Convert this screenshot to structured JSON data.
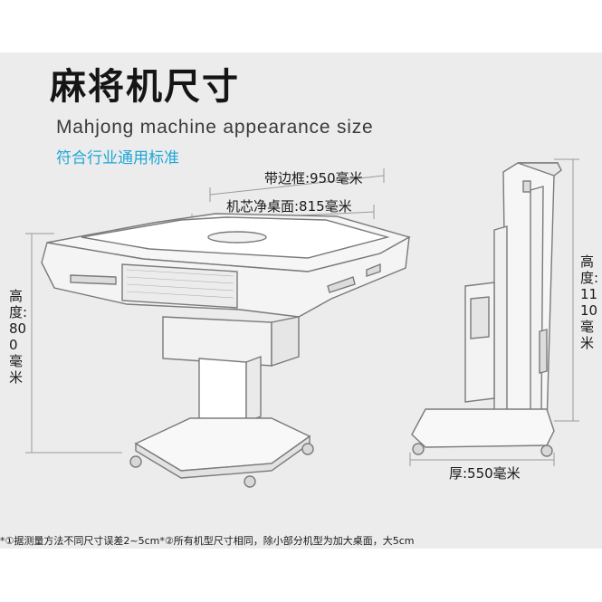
{
  "title": "麻将机尺寸",
  "subtitle": "Mahjong machine appearance size",
  "tagline": "符合行业通用标准",
  "dimensions": {
    "with_frame": "带边框:950毫米",
    "net_table": "机芯净桌面:815毫米",
    "height_table": "高度:800毫米",
    "height_folded": "高度:1110毫米",
    "thickness": "厚:550毫米"
  },
  "footnote": "*①据测量方法不同尺寸误差2~5cm*②所有机型尺寸相同，除小部分机型为加大桌面，大5cm",
  "colors": {
    "background": "#ececec",
    "tagline": "#1fa7d7",
    "title": "#151515"
  }
}
